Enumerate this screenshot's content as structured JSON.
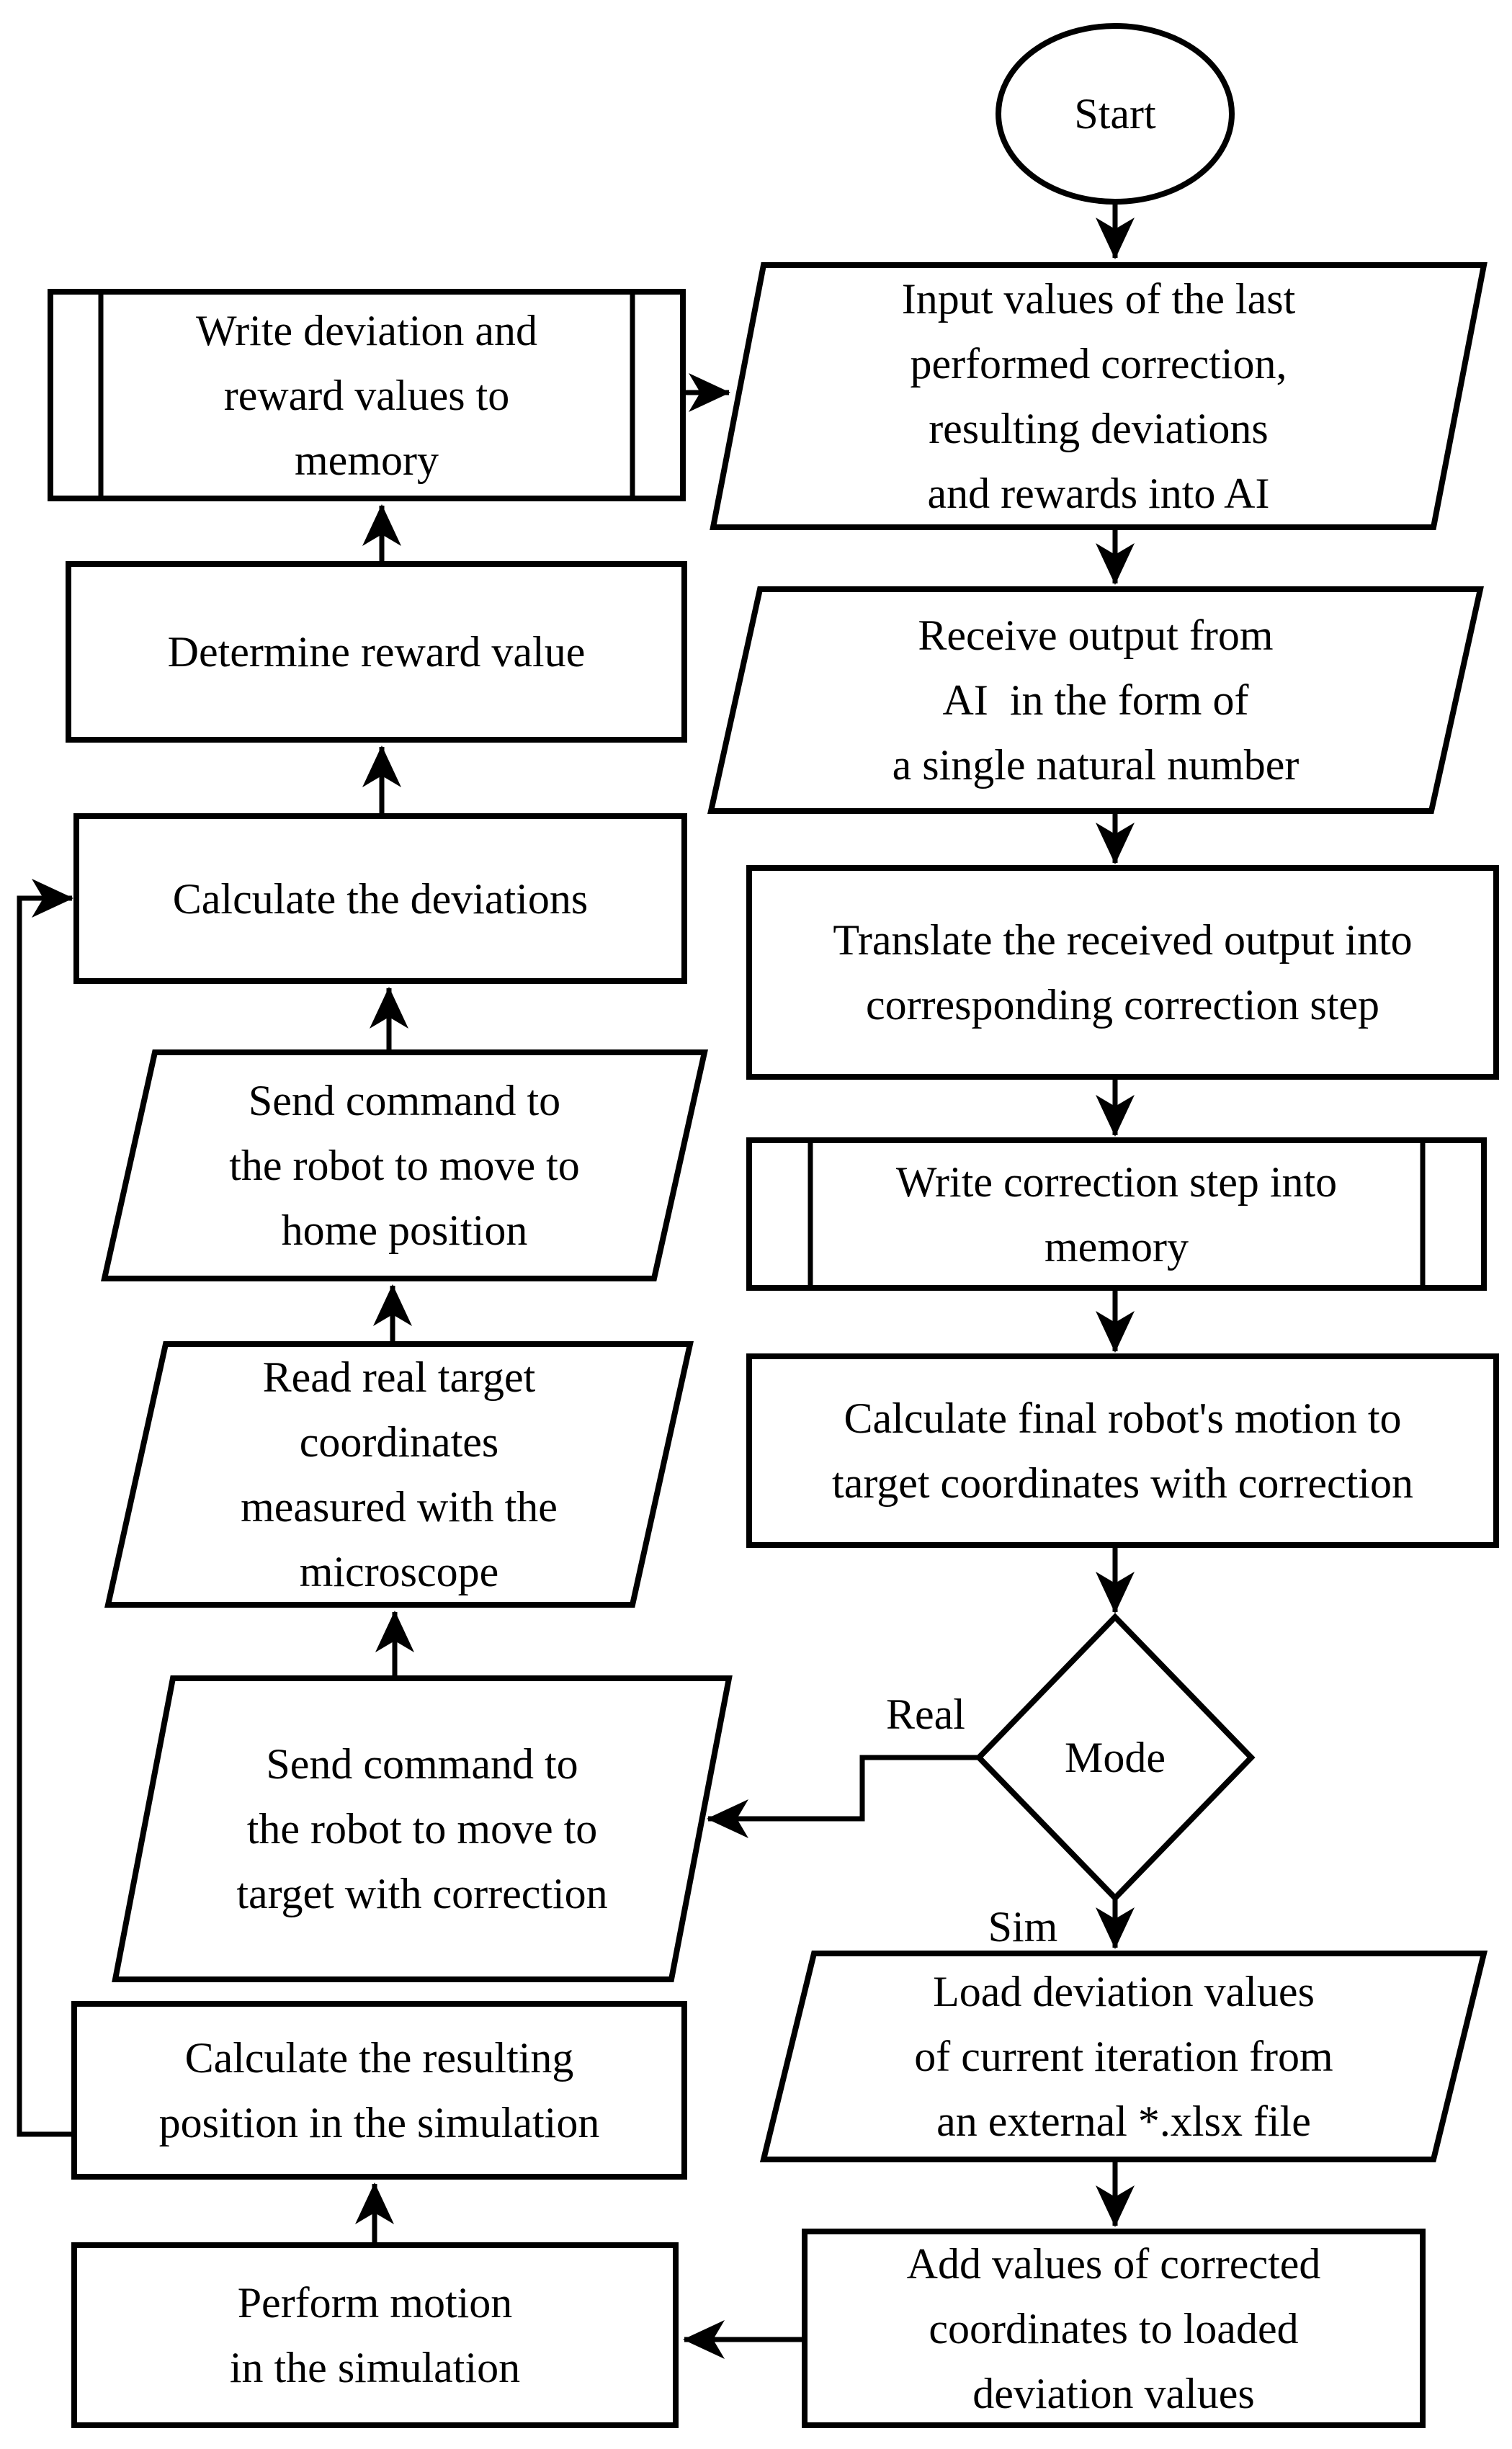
{
  "page": {
    "background_color": "#ffffff"
  },
  "flowchart": {
    "stroke_color": "#000000",
    "text_color": "#000000",
    "edge_labels": {
      "real": "Real",
      "sim": "Sim"
    },
    "nodes": {
      "start": {
        "shape": "terminator",
        "label": "Start"
      },
      "write_deviation_memory": {
        "shape": "predefined-process",
        "label": "Write deviation and\nreward values to\nmemory"
      },
      "input_values_ai": {
        "shape": "data",
        "label": "Input values of the last\nperformed correction,\nresulting deviations\nand rewards into AI"
      },
      "receive_output_ai": {
        "shape": "data",
        "label": "Receive output from\nAI  in the form of\na single natural number"
      },
      "translate_output": {
        "shape": "process",
        "label": "Translate the received output into\ncorresponding correction step"
      },
      "write_correction_memory": {
        "shape": "predefined-process",
        "label": "Write correction step into\nmemory"
      },
      "calculate_final_motion": {
        "shape": "process",
        "label": "Calculate final robot's motion to\ntarget coordinates with correction"
      },
      "mode_decision": {
        "shape": "decision",
        "label": "Mode"
      },
      "load_deviation_values": {
        "shape": "data",
        "label": "Load deviation values\nof current iteration from\nan external *.xlsx file"
      },
      "add_corrected_values": {
        "shape": "process",
        "label": "Add values of corrected\ncoordinates to loaded\ndeviation values"
      },
      "perform_motion_sim": {
        "shape": "process",
        "label": "Perform motion\nin the simulation"
      },
      "calculate_resulting_position": {
        "shape": "process",
        "label": "Calculate the resulting\nposition in the simulation"
      },
      "send_robot_target": {
        "shape": "data",
        "label": "Send command to\nthe robot to move to\ntarget with correction"
      },
      "read_real_coordinates": {
        "shape": "data",
        "label": "Read real target\ncoordinates\nmeasured with the\nmicroscope"
      },
      "send_robot_home": {
        "shape": "data",
        "label": "Send command to\nthe robot to move to\nhome position"
      },
      "calculate_deviations": {
        "shape": "process",
        "label": "Calculate the deviations"
      },
      "determine_reward": {
        "shape": "process",
        "label": "Determine reward value"
      }
    },
    "edges": [
      {
        "from": "start",
        "to": "input_values_ai",
        "label": ""
      },
      {
        "from": "write_deviation_memory",
        "to": "input_values_ai",
        "label": ""
      },
      {
        "from": "input_values_ai",
        "to": "receive_output_ai",
        "label": ""
      },
      {
        "from": "receive_output_ai",
        "to": "translate_output",
        "label": ""
      },
      {
        "from": "translate_output",
        "to": "write_correction_memory",
        "label": ""
      },
      {
        "from": "write_correction_memory",
        "to": "calculate_final_motion",
        "label": ""
      },
      {
        "from": "calculate_final_motion",
        "to": "mode_decision",
        "label": ""
      },
      {
        "from": "mode_decision",
        "to": "send_robot_target",
        "label": "Real"
      },
      {
        "from": "mode_decision",
        "to": "load_deviation_values",
        "label": "Sim"
      },
      {
        "from": "load_deviation_values",
        "to": "add_corrected_values",
        "label": ""
      },
      {
        "from": "add_corrected_values",
        "to": "perform_motion_sim",
        "label": ""
      },
      {
        "from": "perform_motion_sim",
        "to": "calculate_resulting_position",
        "label": ""
      },
      {
        "from": "calculate_resulting_position",
        "to": "calculate_deviations",
        "label": ""
      },
      {
        "from": "send_robot_target",
        "to": "read_real_coordinates",
        "label": ""
      },
      {
        "from": "read_real_coordinates",
        "to": "send_robot_home",
        "label": ""
      },
      {
        "from": "send_robot_home",
        "to": "calculate_deviations",
        "label": ""
      },
      {
        "from": "calculate_deviations",
        "to": "determine_reward",
        "label": ""
      },
      {
        "from": "determine_reward",
        "to": "write_deviation_memory",
        "label": ""
      }
    ]
  }
}
